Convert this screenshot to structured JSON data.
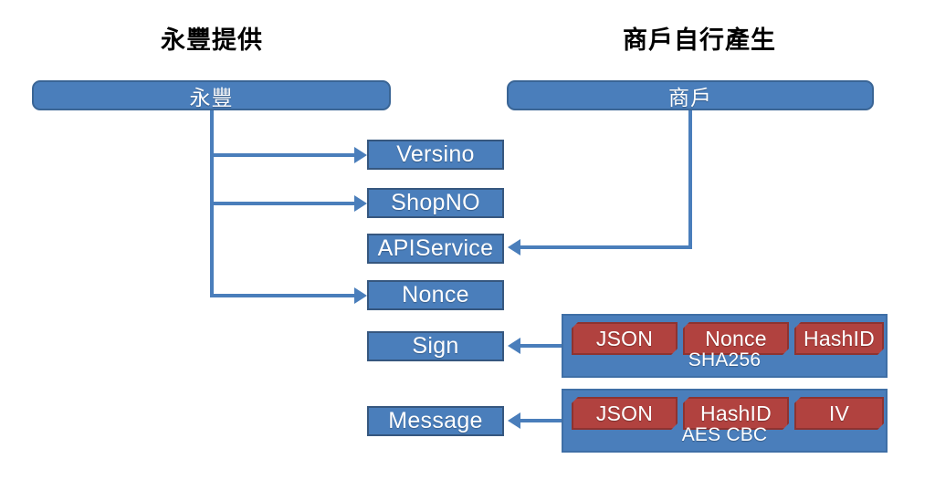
{
  "headings": {
    "left": "永豐提供",
    "right": "商戶自行產生"
  },
  "actors": {
    "left": "永豐",
    "right": "商戶"
  },
  "fields": [
    {
      "label": "Versino"
    },
    {
      "label": "ShopNO"
    },
    {
      "label": "APIService"
    },
    {
      "label": "Nonce"
    },
    {
      "label": "Sign"
    },
    {
      "label": "Message"
    }
  ],
  "groups": [
    {
      "caption": "SHA256",
      "chips": [
        "JSON",
        "Nonce",
        "HashID"
      ]
    },
    {
      "caption": "AES CBC",
      "chips": [
        "JSON",
        "HashID",
        "IV"
      ]
    }
  ],
  "colors": {
    "box_blue_fill": "#4a7ebb",
    "box_blue_border": "#36577f",
    "chip_red_fill": "#b1423f",
    "chip_red_border": "#8e3330",
    "connector": "#4a7ebb",
    "text_on_fill": "#ffffff",
    "heading_text": "#000000",
    "background": "#ffffff"
  }
}
